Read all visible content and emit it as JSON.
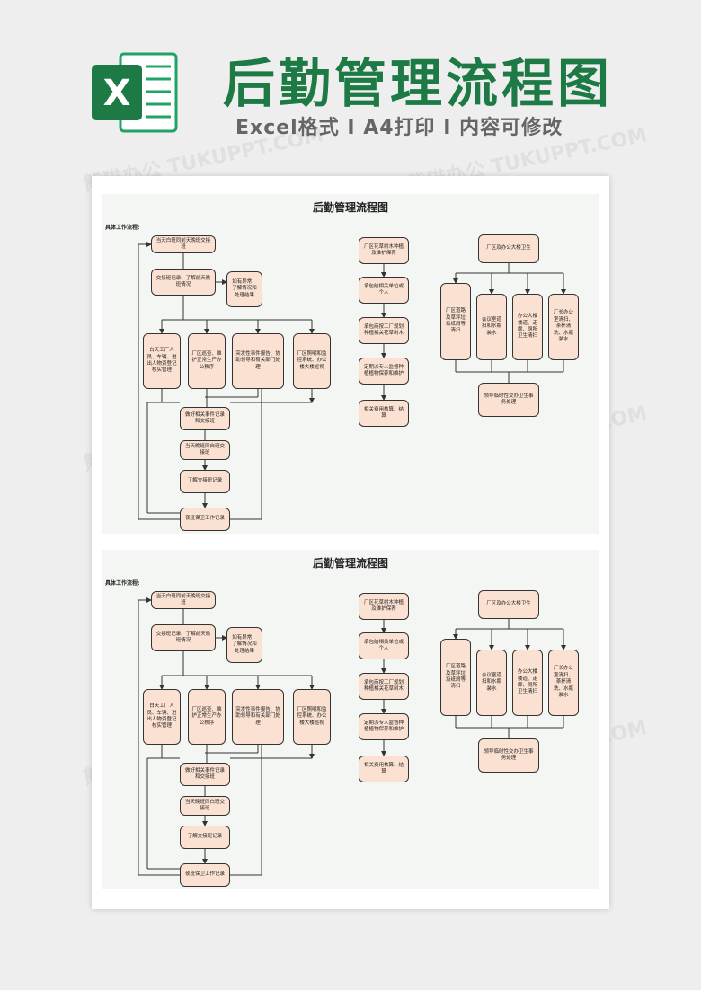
{
  "header": {
    "title": "后勤管理流程图",
    "subtitle": "Excel格式 I A4打印 I 内容可修改",
    "logo_letter": "X",
    "watermark": "熊猫办公 TUKUPPT.COM",
    "accent_color": "#1d7a45"
  },
  "sheet": {
    "title": "后勤管理流程图",
    "section_label": "具体工作流程:",
    "flow1": [
      "当天白班同前天晚班交接班",
      "交接班记录、了解前天晚班情况",
      "如有异常，了解情况和处理结果",
      "白天工厂人员、车辆、进出人物资登记核实管理",
      "厂区巡查、维护正常生产办公秩序",
      "突发性事件报告、协助领导和有关部门处理",
      "厂区照明和监控系统、办公楼大楼巡视",
      "做好相关事件记录和交接班",
      "当天晚班同白班交接班",
      "了解交接班记录",
      "夜班保卫工作记录"
    ],
    "flow2": [
      "厂区花草树木种植及维护保养",
      "承包给相关单位或个人",
      "承包商按工厂规划种植相关花草树木",
      "定期派专人监督种植植物保养和维护",
      "相关费用核算、结算"
    ],
    "flow3": [
      "厂区及办公大楼卫生",
      "厂区道路及草坪垃圾纸屑等清扫",
      "会议室道扫和水瓶装水",
      "办公大楼楼道、走廊、厕所卫生清扫",
      "厂长办公室清扫、茶杯清洗、水瓶装水",
      "领导临时性交办卫生事务处理"
    ]
  }
}
